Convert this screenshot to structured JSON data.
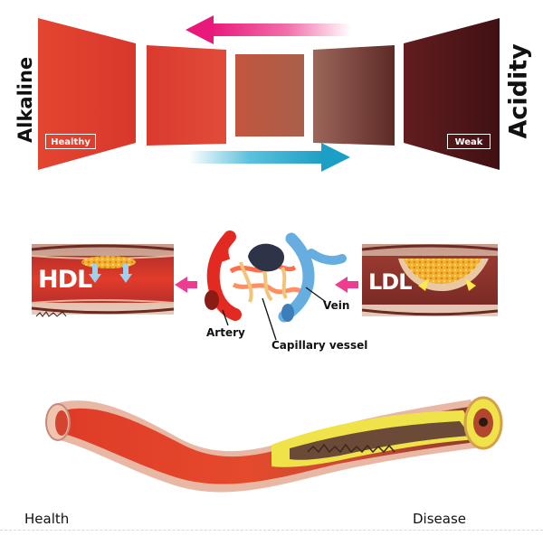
{
  "spectrum": {
    "left_label": "Alkaline",
    "right_label": "Acidity",
    "healthy_tag": "Healthy",
    "weak_tag": "Weak",
    "block_colors": [
      "#e0402c",
      "#d63b30",
      "#b85a45",
      "#8e5348",
      "#521719"
    ]
  },
  "arrows": {
    "top_color": "#e8197a",
    "bottom_color": "#1c9fc4",
    "mid_color": "#ee3c8f"
  },
  "cholesterol": {
    "hdl_label": "HDL",
    "ldl_label": "LDL",
    "artery_label": "Artery",
    "capillary_label": "Capillary vessel",
    "vein_label": "Vein"
  },
  "progression": {
    "health_label": "Health",
    "disease_label": "Disease"
  }
}
